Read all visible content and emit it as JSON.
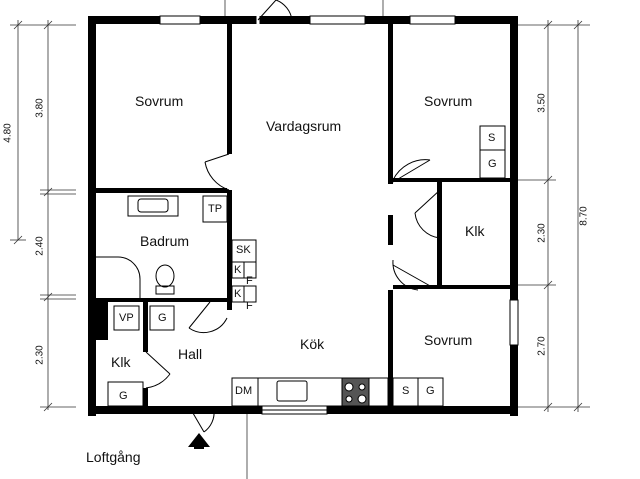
{
  "rooms": {
    "sovrum_left": "Sovrum",
    "vardagsrum": "Vardagsrum",
    "sovrum_right_top": "Sovrum",
    "badrum": "Badrum",
    "klk_right": "Klk",
    "kok": "Kök",
    "hall": "Hall",
    "klk_left": "Klk",
    "sovrum_right_bottom": "Sovrum"
  },
  "outside": {
    "loftgang": "Loftgång"
  },
  "fixtures": {
    "tp": "TP",
    "sk": "SK",
    "k1": "K",
    "f1": "F",
    "k2": "K",
    "f2": "F",
    "vp": "VP",
    "g_bath": "G",
    "g_klk_left": "G",
    "dm": "DM",
    "s_kitchen": "S",
    "g_kitchen": "G",
    "s_top_right": "S",
    "g_top_right": "G"
  },
  "dimensions": {
    "left_outer": "4.80",
    "left_top": "3.80",
    "left_mid": "2.40",
    "left_bottom": "2.30",
    "right_top": "3.50",
    "right_mid": "2.30",
    "right_bottom": "2.70",
    "right_total": "8.70"
  },
  "colors": {
    "wall": "#000000",
    "line": "#333333",
    "stove": "#555555"
  }
}
